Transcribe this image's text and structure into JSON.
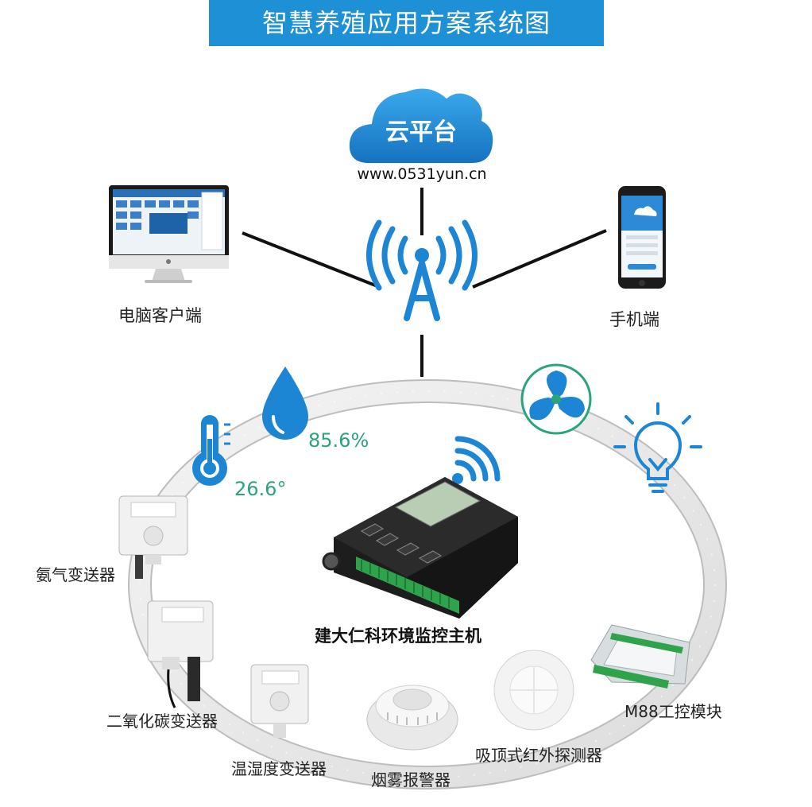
{
  "title": "智慧养殖应用方案系统图",
  "cloud": {
    "label": "云平台",
    "url": "www.0531yun.cn"
  },
  "clients": {
    "pc": "电脑客户端",
    "mobile": "手机端"
  },
  "readings": {
    "humidity": "85.6%",
    "temperature": "26.6°"
  },
  "host": {
    "label": "建大仁科环境监控主机"
  },
  "devices": {
    "ammonia": "氨气变送器",
    "co2": "二氧化碳变送器",
    "temp_humidity": "温湿度变送器",
    "smoke": "烟雾报警器",
    "infrared": "吸顶式红外探测器",
    "io_module": "M88工控模块"
  },
  "colors": {
    "title_bg": "#1e90d6",
    "water": "#1c86d4",
    "readout": "#2aa37e",
    "fan": "#2aa37e",
    "tower": "#1c86d4"
  },
  "icons": [
    "cloud-icon",
    "signal-tower-icon",
    "computer-monitor-icon",
    "smartphone-icon",
    "water-drop-icon",
    "thermometer-icon",
    "fan-icon",
    "light-bulb-icon",
    "wifi-icon"
  ]
}
